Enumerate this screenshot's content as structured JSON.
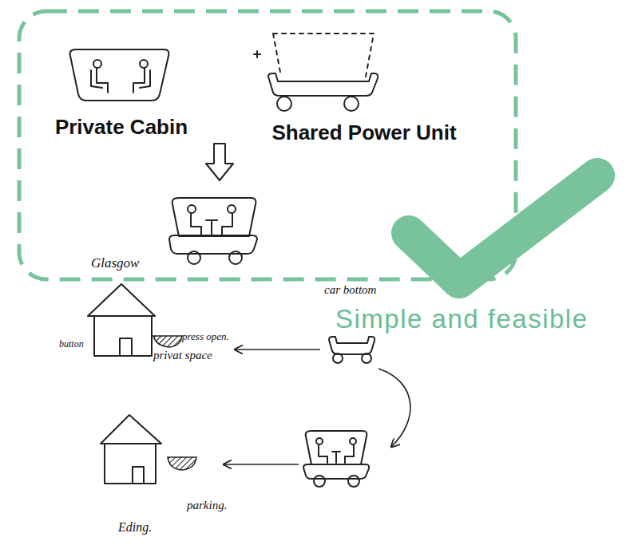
{
  "diagram": {
    "nodes": [
      {
        "text": [
          "Private Cabin"
        ]
      },
      {
        "text": [
          "Shared Power Unit"
        ]
      },
      {
        "text": [
          "Glasgow"
        ]
      },
      {
        "text": [
          "press open.",
          "privat space"
        ]
      },
      {
        "text": [
          "car bottom"
        ]
      },
      {
        "text": [
          "Eding."
        ]
      },
      {
        "text": [
          "parking."
        ]
      }
    ],
    "edges": [
      {
        "from": 4,
        "to": 3,
        "arrow": "to"
      }
    ],
    "labels": [
      "button",
      "Simple and feasible"
    ]
  }
}
